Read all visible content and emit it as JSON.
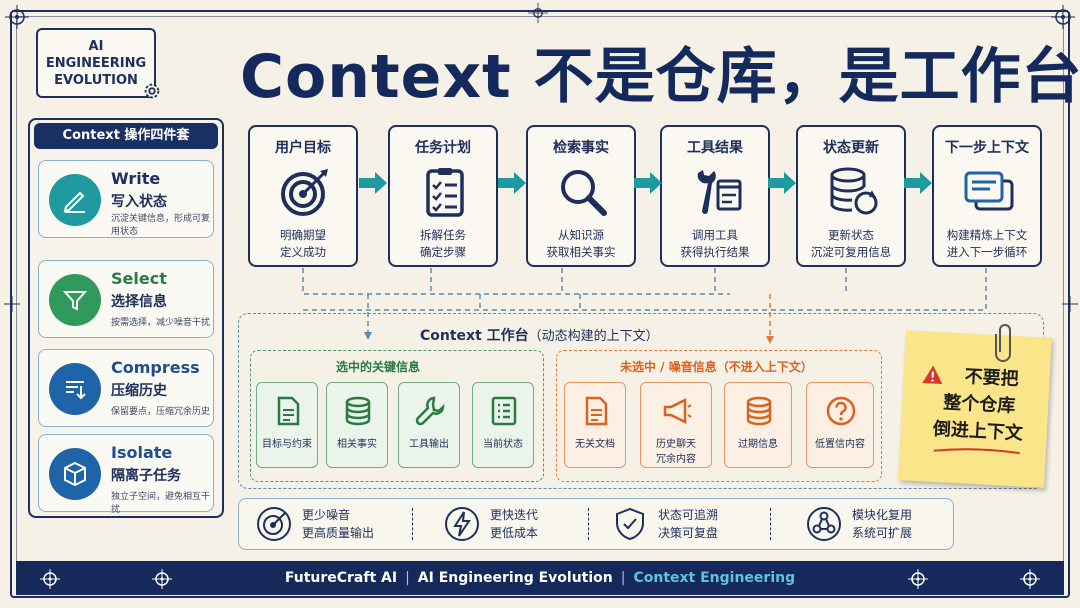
{
  "title": "Context 不是仓库，是工作台",
  "logo": {
    "line1": "AI",
    "line2": "ENGINEERING",
    "line3": "EVOLUTION"
  },
  "left_panel": {
    "title": "Context 操作四件套",
    "ops": [
      {
        "name": "Write",
        "cn": "写入状态",
        "desc": "沉淀关键信息，形成可复用状态",
        "color": "#1f9aa0"
      },
      {
        "name": "Select",
        "cn": "选择信息",
        "desc": "按需选择，减少噪音干扰",
        "color": "#2f9a5c"
      },
      {
        "name": "Compress",
        "cn": "压缩历史",
        "desc": "保留要点，压缩冗余历史",
        "color": "#1f64a8"
      },
      {
        "name": "Isolate",
        "cn": "隔离子任务",
        "desc": "独立子空间，避免相互干扰",
        "color": "#1f64a8"
      }
    ]
  },
  "pipeline": [
    {
      "title": "用户目标",
      "line1": "明确期望",
      "line2": "定义成功",
      "icon": "target-icon"
    },
    {
      "title": "任务计划",
      "line1": "拆解任务",
      "line2": "确定步骤",
      "icon": "checklist-icon"
    },
    {
      "title": "检索事实",
      "line1": "从知识源",
      "line2": "获取相关事实",
      "icon": "search-icon"
    },
    {
      "title": "工具结果",
      "line1": "调用工具",
      "line2": "获得执行结果",
      "icon": "tools-icon"
    },
    {
      "title": "状态更新",
      "line1": "更新状态",
      "line2": "沉淀可复用信息",
      "icon": "database-refresh-icon"
    },
    {
      "title": "下一步上下文",
      "line1": "构建精炼上下文",
      "line2": "进入下一步循环",
      "icon": "cards-icon"
    }
  ],
  "workbench": {
    "title": "Context 工作台",
    "subtitle": "（动态构建的上下文）",
    "selected": {
      "title": "选中的关键信息",
      "items": [
        {
          "label": "目标与约束",
          "icon": "document-icon"
        },
        {
          "label": "相关事实",
          "icon": "database-icon"
        },
        {
          "label": "工具输出",
          "icon": "wrench-icon"
        },
        {
          "label": "当前状态",
          "icon": "list-icon"
        }
      ]
    },
    "noise": {
      "title": "未选中 / 噪音信息（不进入上下文）",
      "items": [
        {
          "label": "无关文档",
          "label2": "",
          "icon": "document-icon"
        },
        {
          "label": "历史聊天",
          "label2": "冗余内容",
          "icon": "megaphone-icon"
        },
        {
          "label": "过期信息",
          "label2": "",
          "icon": "database-icon"
        },
        {
          "label": "低置信内容",
          "label2": "",
          "icon": "question-icon"
        }
      ]
    }
  },
  "note": {
    "line1": "不要把",
    "line2": "整个仓库",
    "line3": "倒进上下文"
  },
  "benefits": [
    {
      "line1": "更少噪音",
      "line2": "更高质量输出",
      "icon": "target-icon"
    },
    {
      "line1": "更快迭代",
      "line2": "更低成本",
      "icon": "lightning-icon"
    },
    {
      "line1": "状态可追溯",
      "line2": "决策可复盘",
      "icon": "shield-check-icon"
    },
    {
      "line1": "模块化复用",
      "line2": "系统可扩展",
      "icon": "network-icon"
    }
  ],
  "footer": {
    "brand": "FutureCraft AI",
    "series": "AI Engineering Evolution",
    "topic": "Context Engineering",
    "separator": "|"
  },
  "colors": {
    "navy": "#1d2f5a",
    "teal_arrow": "#1f9aa0",
    "green": "#2f9a5c",
    "orange": "#e07a35",
    "note": "#fbe58a"
  }
}
